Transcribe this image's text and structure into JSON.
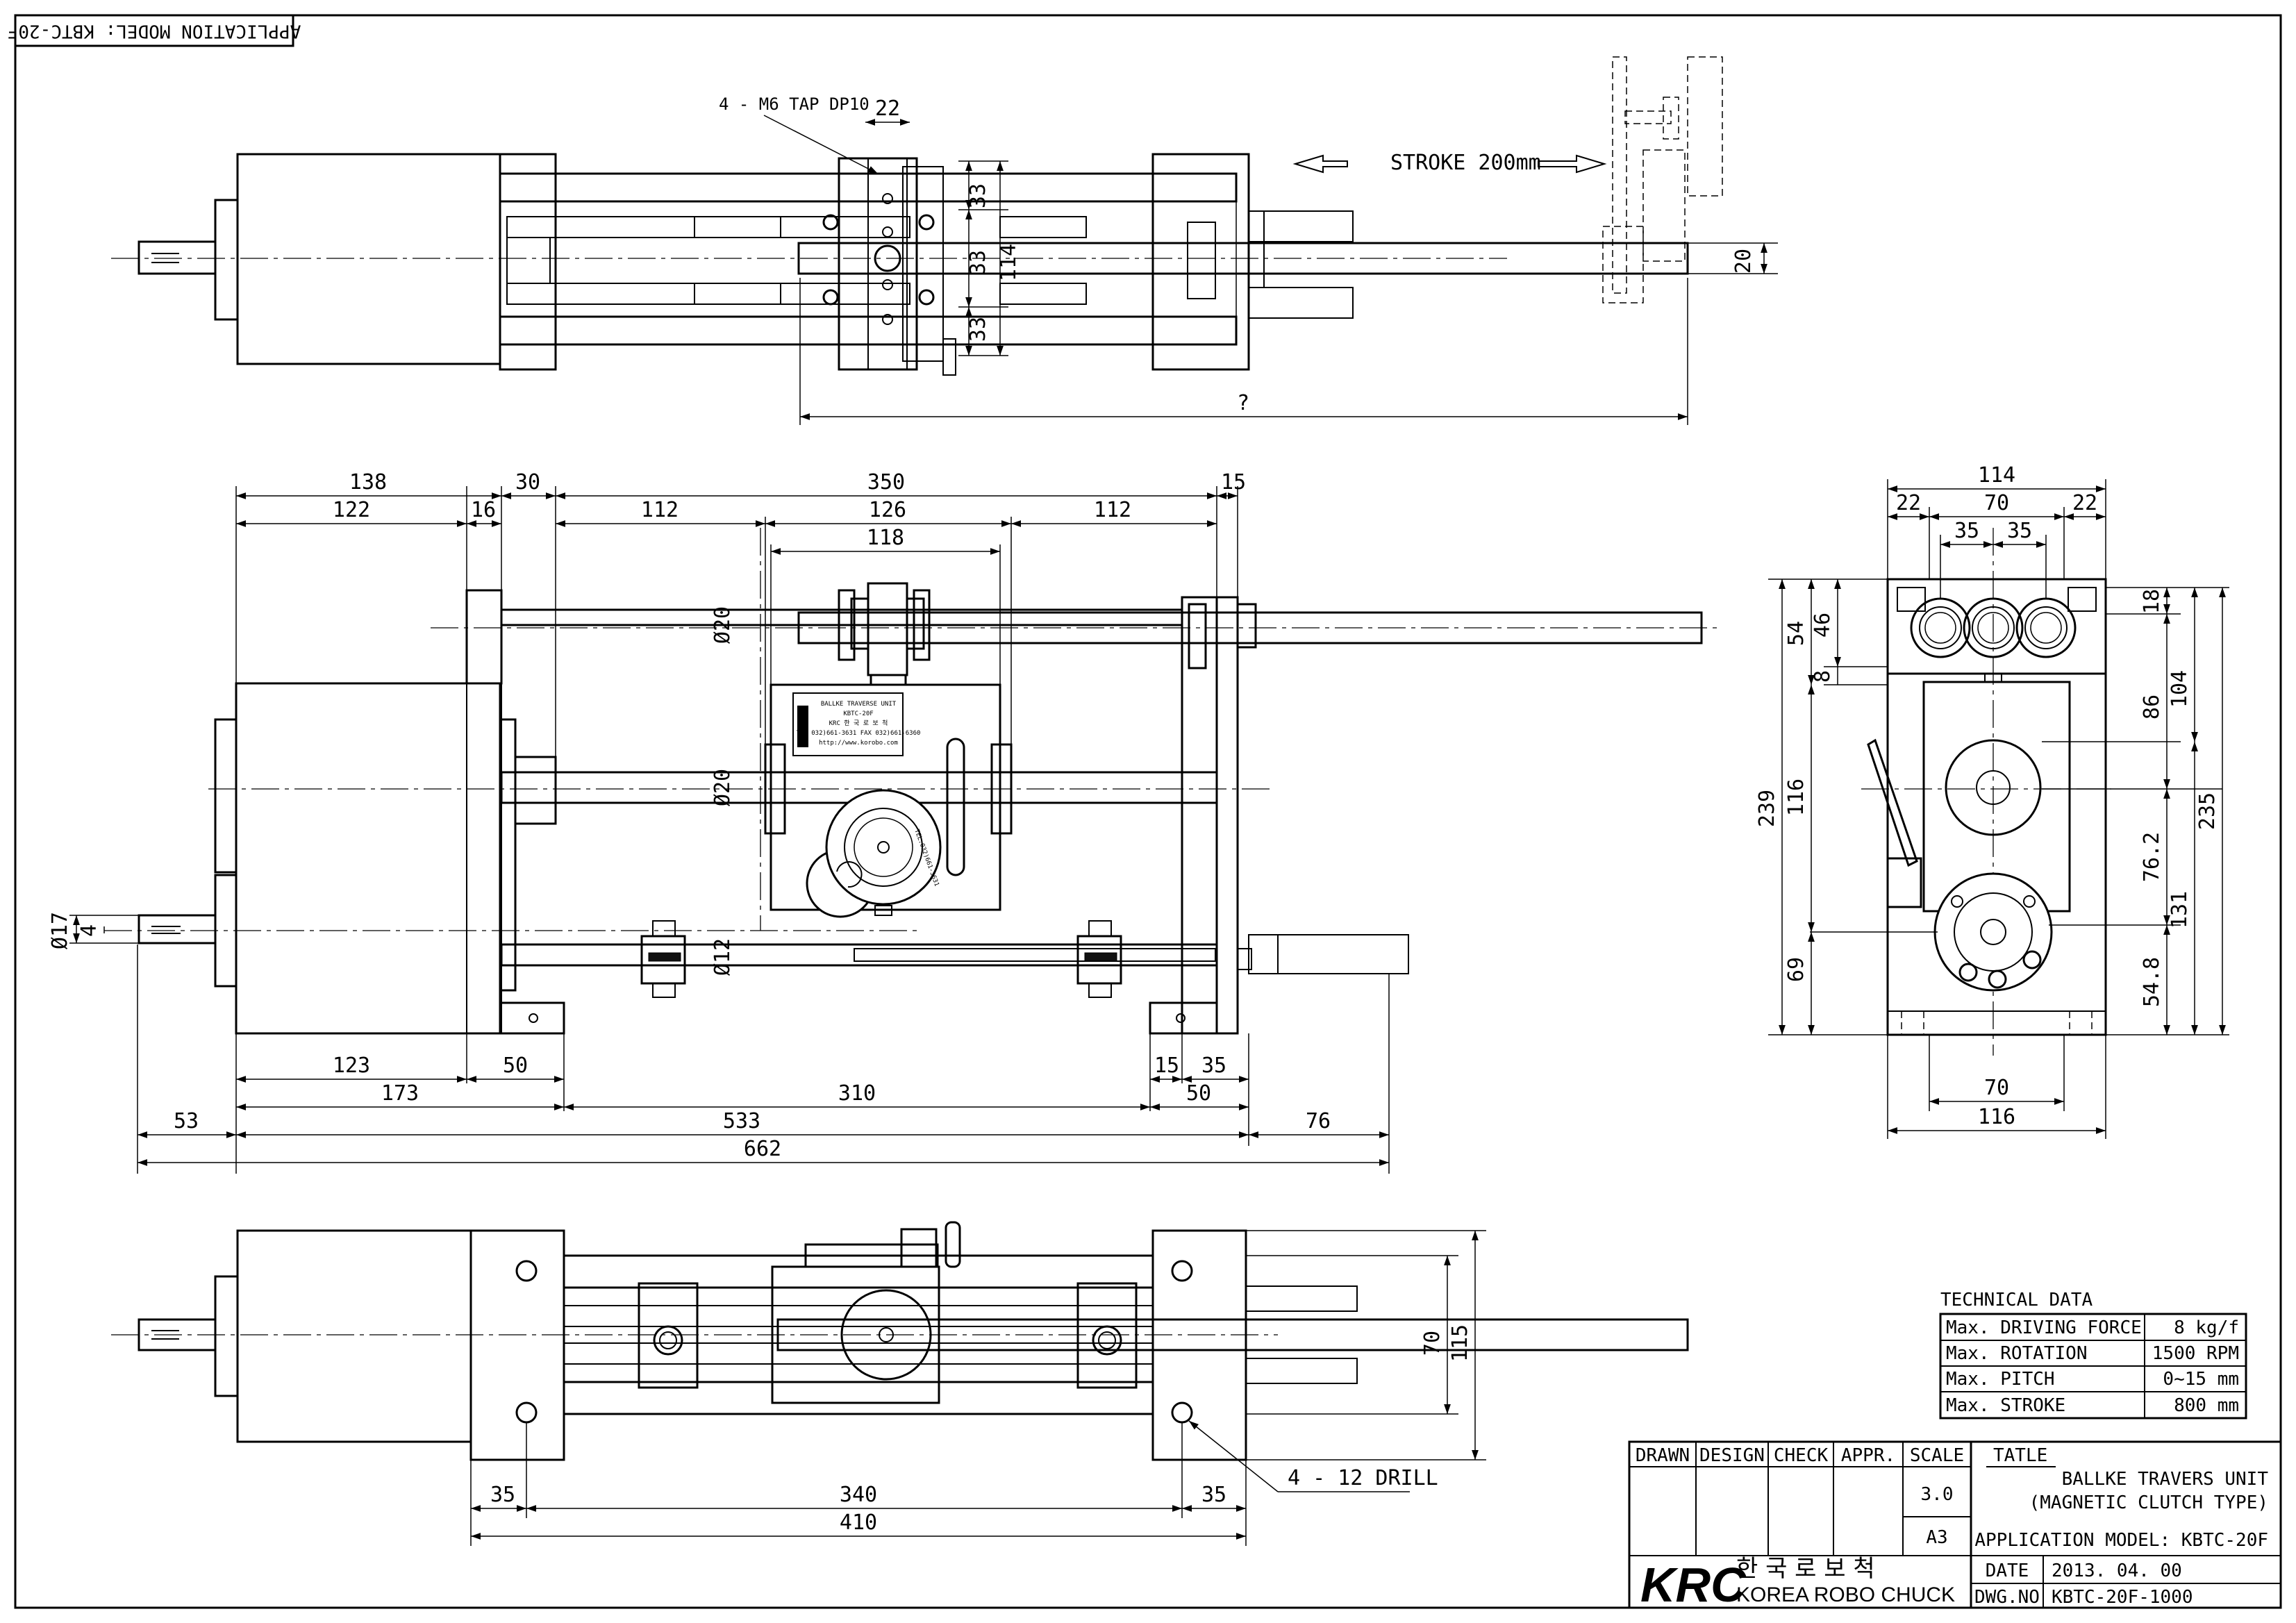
{
  "application_banner": "APPLICATION MODEL: KBTC-20F",
  "top_view": {
    "tap_note": "4 - M6 TAP  DP10",
    "stroke_label": "STROKE 200mm",
    "dims": {
      "d22": "22",
      "d33a": "33",
      "d33b": "33",
      "d33c": "33",
      "d114": "114",
      "d20": "20",
      "overall": "?"
    }
  },
  "front_view": {
    "dims_top": {
      "d138": "138",
      "d122": "122",
      "d30": "30",
      "d16": "16",
      "d350": "350",
      "d112a": "112",
      "d126": "126",
      "d112b": "112",
      "d118": "118",
      "d15": "15"
    },
    "dims_left": {
      "phi17": "Ø17",
      "d4": "4"
    },
    "shaft_labels": {
      "phi20a": "Ø20",
      "phi20b": "Ø20",
      "phi12": "Ø12"
    },
    "dims_bottom": {
      "d123": "123",
      "d50a": "50",
      "d15": "15",
      "d35": "35",
      "d173": "173",
      "d310": "310",
      "d50b": "50",
      "d53": "53",
      "d533": "533",
      "d76": "76",
      "d662": "662"
    },
    "nameplate": {
      "title": "BALLKE TRAVERSE UNIT",
      "line1": "KBTC-20F",
      "line2": "KRC 한 국 로 보 척",
      "line3": "TEL 032)661-3631 FAX 032)661-6360",
      "line4": "http://www.korobo.com"
    },
    "dial_text": "TEL:032)661-3631"
  },
  "side_view": {
    "dims_top": {
      "d114": "114",
      "d22a": "22",
      "d70": "70",
      "d22b": "22",
      "d35a": "35",
      "d35b": "35"
    },
    "dims_left": {
      "d54": "54",
      "d46": "46",
      "d8": "8",
      "d239": "239",
      "d116": "116",
      "d69": "69"
    },
    "dims_right": {
      "d18": "18",
      "d104": "104",
      "d86": "86",
      "d235": "235",
      "d76_2": "76.2",
      "d131": "131",
      "d54_8": "54.8"
    },
    "dims_bottom": {
      "d70": "70",
      "d116": "116"
    }
  },
  "bottom_view": {
    "dims": {
      "d35a": "35",
      "d340": "340",
      "d35b": "35",
      "d410": "410",
      "d70": "70",
      "d115": "115"
    },
    "drill_note": "4 - 12 DRILL"
  },
  "technical_data": {
    "title": "TECHNICAL DATA",
    "rows": [
      {
        "label": "Max. DRIVING FORCE",
        "value": "8 kg/f"
      },
      {
        "label": "Max. ROTATION",
        "value": "1500 RPM"
      },
      {
        "label": "Max. PITCH",
        "value": "0~15 mm"
      },
      {
        "label": "Max. STROKE",
        "value": "800 mm"
      }
    ]
  },
  "title_block": {
    "headers": [
      "DRAWN",
      "DESIGN",
      "CHECK",
      "APPR.",
      "SCALE"
    ],
    "scale_value": "3.0",
    "paper": "A3",
    "tatle_label": "TATLE",
    "title_line1": "BALLKE TRAVERS UNIT",
    "title_line2": "(MAGNETIC CLUTCH TYPE)",
    "application": "APPLICATION MODEL: KBTC-20F",
    "logo": "KRC",
    "korean_name": "한  국  로  보  척",
    "english_name": "KOREA ROBO CHUCK",
    "date_label": "DATE",
    "date_value": "2013. 04. 00",
    "dwg_label": "DWG.NO",
    "dwg_value": "KBTC-20F-1000"
  }
}
